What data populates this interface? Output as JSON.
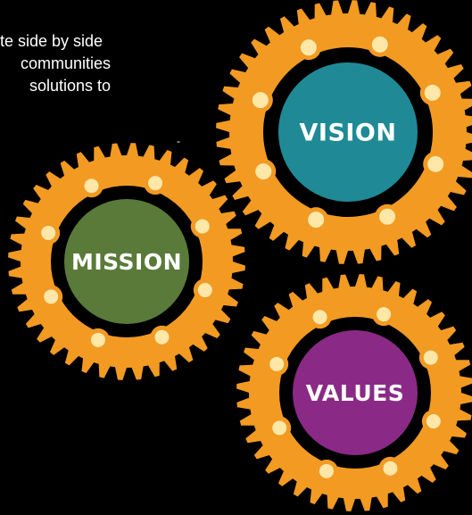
{
  "intro_text": {
    "lines": [
      "te side by side",
      "communities",
      "solutions to"
    ],
    "trailing_mark": "-"
  },
  "gears": {
    "vision": {
      "label": "VISION",
      "center_color": "#1f8a96"
    },
    "mission": {
      "label": "MISSION",
      "center_color": "#5a7a3a"
    },
    "values": {
      "label": "VALUES",
      "center_color": "#8b2a86"
    }
  },
  "colors": {
    "gear": "#f29a22",
    "gear_dot": "#ffe7a8",
    "background": "#000000",
    "text": "#ffffff"
  }
}
